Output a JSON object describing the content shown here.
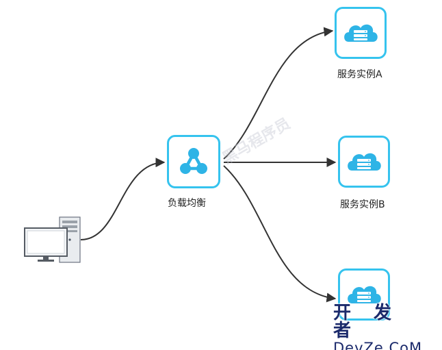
{
  "nodes": {
    "client": {
      "label": ""
    },
    "load_balancer": {
      "label": "负载均衡"
    },
    "instance_a": {
      "label": "服务实例A"
    },
    "instance_b": {
      "label": "服务实例B"
    },
    "instance_c": {
      "label": ""
    }
  },
  "watermark": {
    "line1": "开 发 者",
    "line2": "DevZe.CoM"
  },
  "faint_watermark": "黑马程序员",
  "colors": {
    "accent": "#35c3ee",
    "accent_fill": "#2eb4e6",
    "edge": "#333333",
    "watermark": "#1b2a6b"
  },
  "icons": {
    "client": "desktop-computer-icon",
    "load_balancer": "load-balancer-icon",
    "instances": "cloud-server-icon"
  }
}
